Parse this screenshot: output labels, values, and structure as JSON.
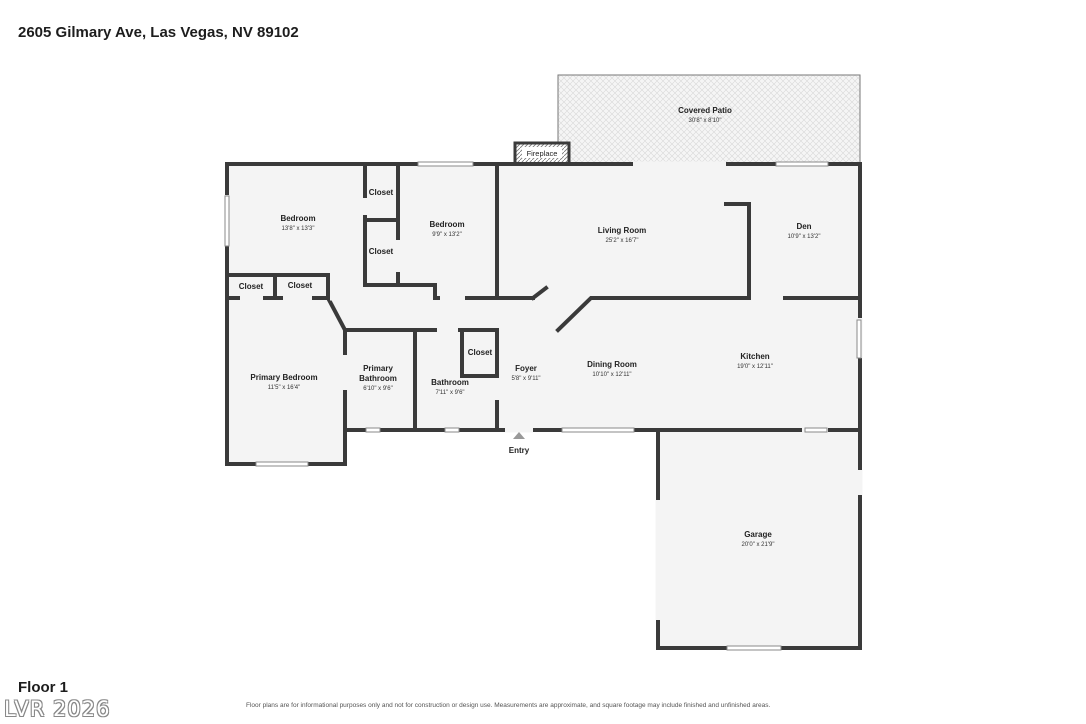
{
  "header": {
    "address": "2605 Gilmary Ave, Las Vegas, NV 89102"
  },
  "footer": {
    "floor": "Floor 1",
    "disclaimer": "Floor plans are for informational purposes only and not for construction or design use. Measurements are approximate, and square footage may include finished and unfinished areas.",
    "watermark": "LVR 2026"
  },
  "plan": {
    "entry_label": "Entry",
    "fireplace_label": "Fireplace",
    "rooms": {
      "covered_patio": {
        "name": "Covered Patio",
        "dims": "30'8\" x 8'10\""
      },
      "bedroom_1": {
        "name": "Bedroom",
        "dims": "13'8\" x 13'3\""
      },
      "closet_1": {
        "name": "Closet"
      },
      "closet_2": {
        "name": "Closet"
      },
      "bedroom_2": {
        "name": "Bedroom",
        "dims": "9'9\" x 13'2\""
      },
      "living_room": {
        "name": "Living Room",
        "dims": "25'2\" x 16'7\""
      },
      "den": {
        "name": "Den",
        "dims": "10'9\" x 13'2\""
      },
      "closet_3": {
        "name": "Closet"
      },
      "closet_4": {
        "name": "Closet"
      },
      "primary_bedroom": {
        "name": "Primary Bedroom",
        "dims": "11'5\" x 16'4\""
      },
      "primary_bathroom": {
        "name": "Primary",
        "name2": "Bathroom",
        "dims": "6'10\" x 9'6\""
      },
      "closet_5": {
        "name": "Closet"
      },
      "bathroom": {
        "name": "Bathroom",
        "dims": "7'11\" x 9'6\""
      },
      "foyer": {
        "name": "Foyer",
        "dims": "5'8\" x 9'11\""
      },
      "dining_room": {
        "name": "Dining Room",
        "dims": "10'10\" x 12'11\""
      },
      "kitchen": {
        "name": "Kitchen",
        "dims": "19'0\" x 12'11\""
      },
      "garage": {
        "name": "Garage",
        "dims": "20'0\" x 21'9\""
      }
    }
  }
}
